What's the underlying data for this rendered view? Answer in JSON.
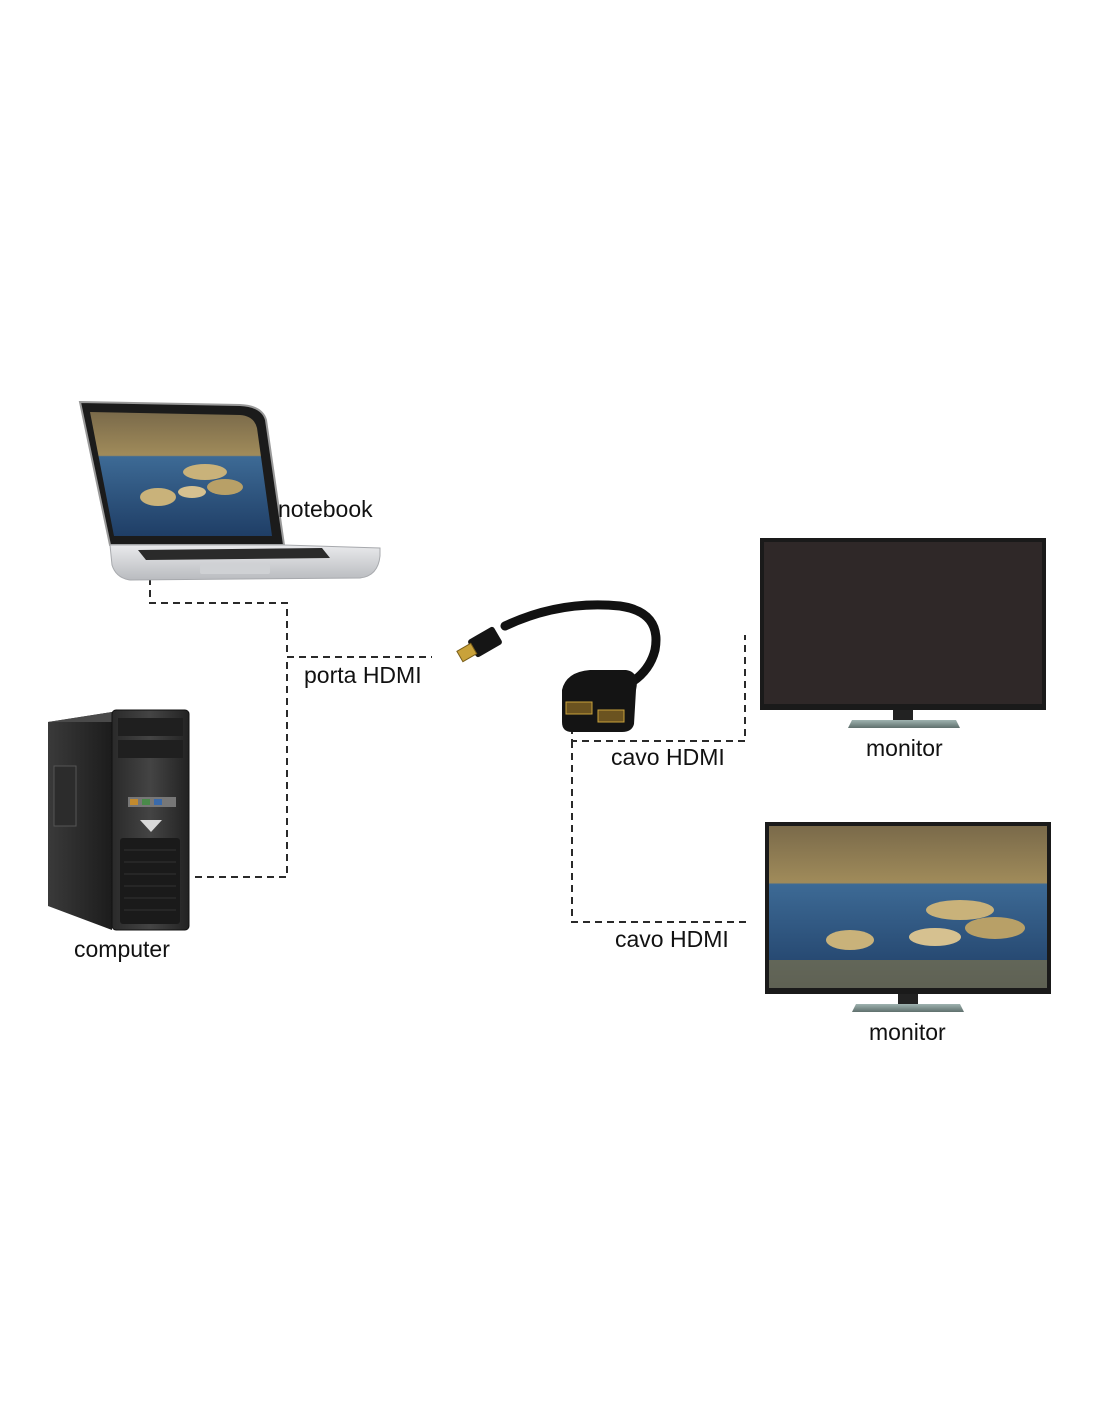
{
  "labels": {
    "notebook": "notebook",
    "computer": "computer",
    "hdmi_port": "porta HDMI",
    "cable_top": "cavo HDMI",
    "cable_bottom": "cavo HDMI",
    "monitor_top": "monitor",
    "monitor_bottom": "monitor"
  },
  "colors": {
    "connector_line": "#2a2a2a",
    "cable": "#111111",
    "screen_off": "#2f2828",
    "water": "#2e5a8a",
    "rock": "#c9b27a"
  },
  "icons": {
    "laptop": "laptop-icon",
    "tower": "desktop-tower-icon",
    "splitter": "hdmi-splitter-icon",
    "monitor_off": "monitor-icon",
    "monitor_on": "monitor-icon"
  }
}
